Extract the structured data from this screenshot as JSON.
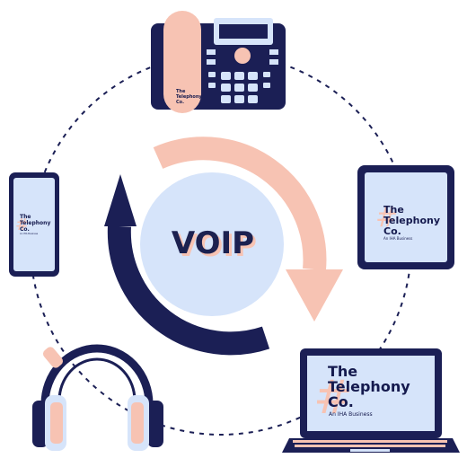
{
  "center": {
    "label": "VOIP"
  },
  "brand": {
    "line1": "The",
    "line2": "Telephony",
    "line3": "Co.",
    "tagline": "An IHA Business"
  },
  "colors": {
    "navy": "#1b1f55",
    "pink": "#f7c3b3",
    "light_blue": "#d6e4fa",
    "white": "#ffffff"
  },
  "devices": [
    "desk-phone",
    "tablet",
    "laptop",
    "headset",
    "smartphone"
  ]
}
